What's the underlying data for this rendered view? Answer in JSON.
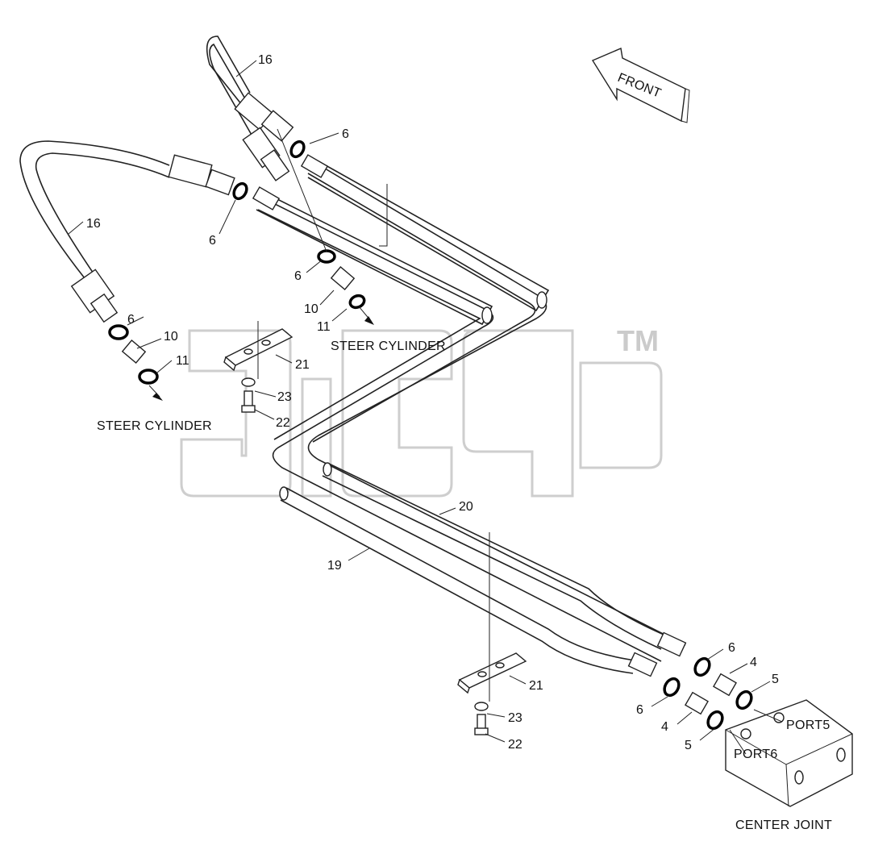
{
  "diagram": {
    "watermark_text": "TM",
    "front_label": "FRONT",
    "callouts": {
      "hose_upper": "16",
      "hose_left": "16",
      "oring_a": "6",
      "oring_b": "6",
      "oring_c": "6",
      "oring_d": "6",
      "fitting_10a": "10",
      "fitting_10b": "10",
      "oring_11a": "11",
      "oring_11b": "11",
      "clamp_upper": "21",
      "clamp_lower": "21",
      "washer_upper": "23",
      "washer_lower": "23",
      "bolt_upper": "22",
      "bolt_lower": "22",
      "tube_20": "20",
      "tube_19": "19",
      "oring_e": "6",
      "oring_f": "6",
      "fitting_4a": "4",
      "fitting_4b": "4",
      "oring_5a": "5",
      "oring_5b": "5"
    },
    "text_labels": {
      "steer_cylinder_right": "STEER CYLINDER",
      "steer_cylinder_left": "STEER CYLINDER",
      "port5": "PORT5",
      "port6": "PORT6",
      "center_joint": "CENTER JOINT"
    }
  }
}
